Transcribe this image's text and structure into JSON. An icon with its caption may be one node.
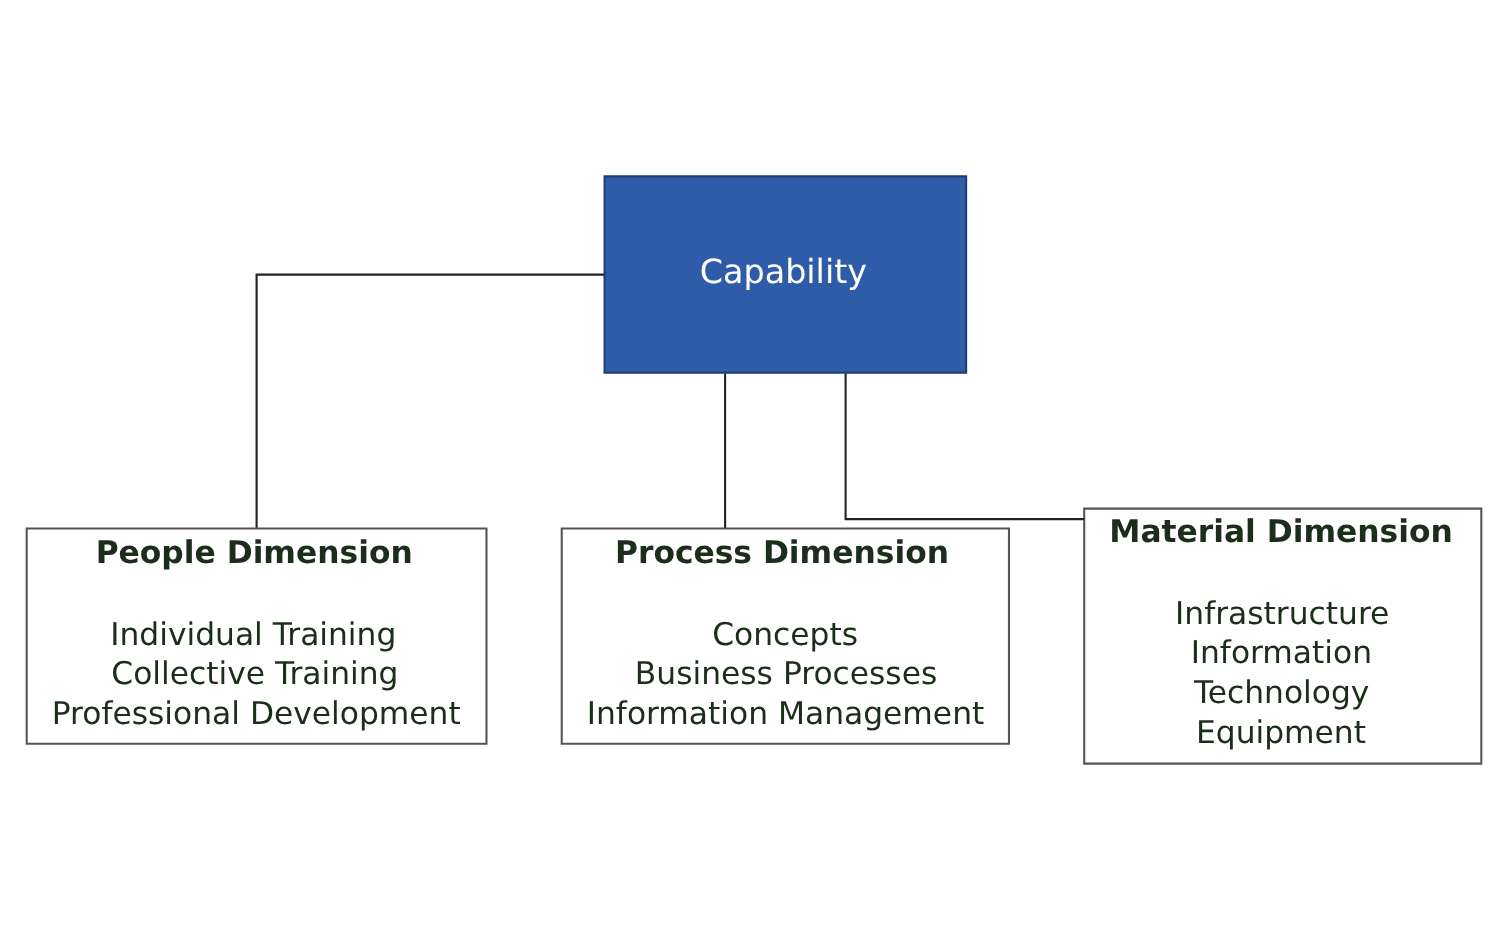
{
  "diagram": {
    "nodes": [
      {
        "text": [
          "Capability"
        ]
      },
      {
        "text": [
          "People Dimension",
          "Individual Training",
          "Collective Training",
          "Professional Development"
        ]
      },
      {
        "text": [
          "Process Dimension",
          "Concepts",
          "Business Processes",
          "Information Management"
        ]
      },
      {
        "text": [
          "Material Dimension",
          "Infrastructure",
          "Information",
          "Technology",
          "Equipment"
        ]
      }
    ],
    "edges": [
      {
        "from": 0,
        "to": 1,
        "arrow": "none"
      },
      {
        "from": 0,
        "to": 2,
        "arrow": "none"
      },
      {
        "from": 0,
        "to": 3,
        "arrow": "none"
      }
    ]
  }
}
